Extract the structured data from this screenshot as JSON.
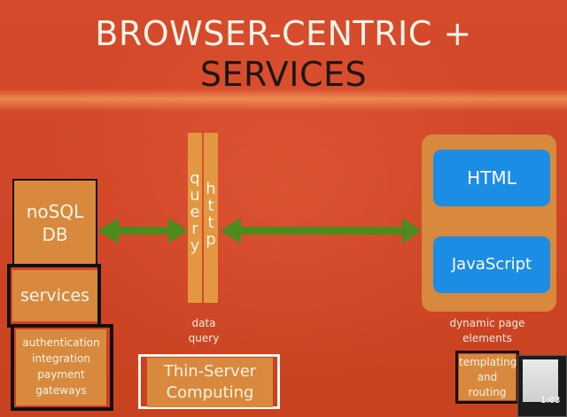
{
  "title": {
    "line1": "BROWSER-CENTRIC +",
    "line2": "SERVICES"
  },
  "left_stack": {
    "nosql": [
      "noSQL",
      "DB"
    ],
    "services": "services",
    "auth": [
      "authentication",
      "integration",
      "payment",
      "gateways"
    ]
  },
  "pillars": {
    "query": [
      "q",
      "u",
      "e",
      "r",
      "y"
    ],
    "http": [
      "h",
      "t",
      "t",
      "p"
    ],
    "caption": [
      "data",
      "query"
    ]
  },
  "client": {
    "html": "HTML",
    "javascript": "JavaScript",
    "caption": [
      "dynamic page",
      "elements"
    ]
  },
  "thin_server": [
    "Thin-Server",
    "Computing"
  ],
  "templating": [
    "templating",
    "and",
    "routing"
  ],
  "video_thumbnail": {
    "time": "1:03"
  },
  "colors": {
    "background": "#d2492a",
    "box": "#d8893e",
    "arrow": "#4f8a1f",
    "blue": "#1c8de4"
  }
}
